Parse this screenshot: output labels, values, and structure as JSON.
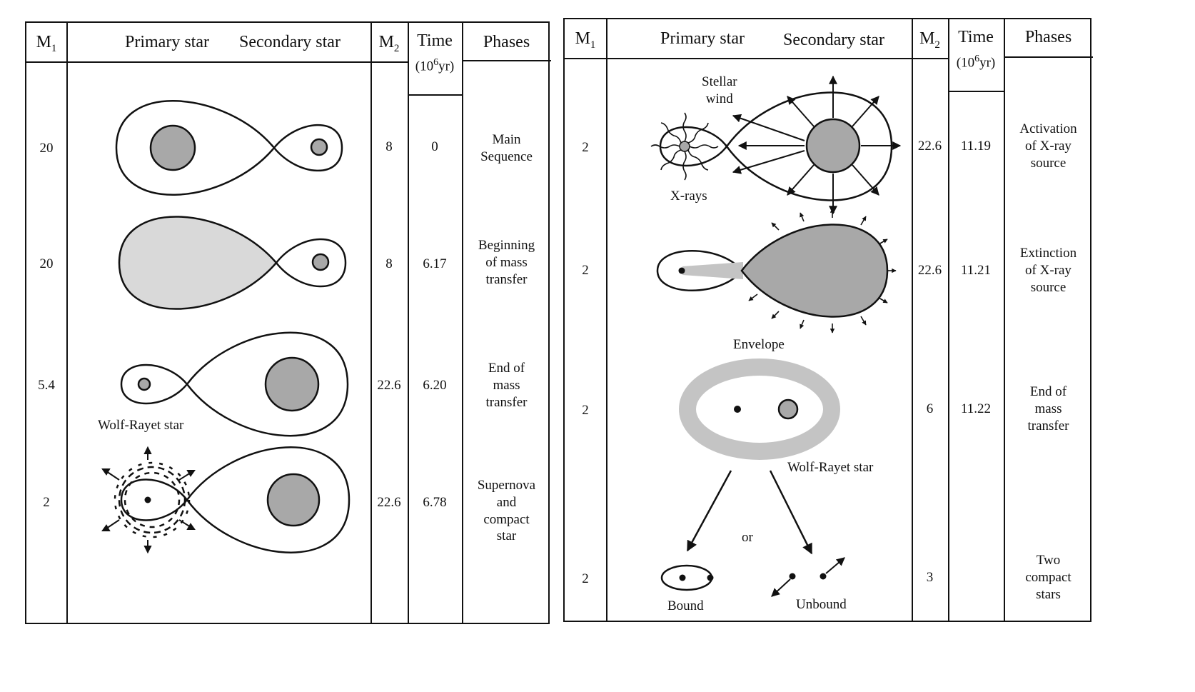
{
  "headers": {
    "m1": "M",
    "m1_sub": "1",
    "primary": "Primary star",
    "secondary": "Secondary star",
    "m2": "M",
    "m2_sub": "2",
    "time": "Time",
    "time_unit_base": "(10",
    "time_unit_exp": "6",
    "time_unit_rest": "yr)",
    "phases": "Phases"
  },
  "left_rows": [
    {
      "m1": "20",
      "m2": "8",
      "time": "0",
      "phase": "Main\nSequence"
    },
    {
      "m1": "20",
      "m2": "8",
      "time": "6.17",
      "phase": "Beginning\nof mass\ntransfer"
    },
    {
      "m1": "5.4",
      "m2": "22.6",
      "time": "6.20",
      "phase": "End of\nmass\ntransfer"
    },
    {
      "m1": "2",
      "m2": "22.6",
      "time": "6.78",
      "phase": "Supernova\nand\ncompact\nstar"
    }
  ],
  "right_rows": [
    {
      "m1": "2",
      "m2": "22.6",
      "time": "11.19",
      "phase": "Activation\nof X-ray\nsource"
    },
    {
      "m1": "2",
      "m2": "22.6",
      "time": "11.21",
      "phase": "Extinction\nof X-ray\nsource"
    },
    {
      "m1": "2",
      "m2": "6",
      "time": "11.22",
      "phase": "End of\nmass\ntransfer"
    },
    {
      "m1": "2",
      "m2": "3",
      "time": "",
      "phase": "Two\ncompact\nstars"
    }
  ],
  "labels": {
    "wolf_rayet_left": "Wolf-Rayet star",
    "stellar_wind": "Stellar\nwind",
    "x_rays": "X-rays",
    "envelope": "Envelope",
    "wolf_rayet_right": "Wolf-Rayet star",
    "or": "or",
    "bound": "Bound",
    "unbound": "Unbound"
  },
  "colors": {
    "star_fill": "#a8a8a8",
    "lobe_fill": "#d9d9d9",
    "envelope_fill": "#c4c4c4",
    "line": "#111111"
  }
}
